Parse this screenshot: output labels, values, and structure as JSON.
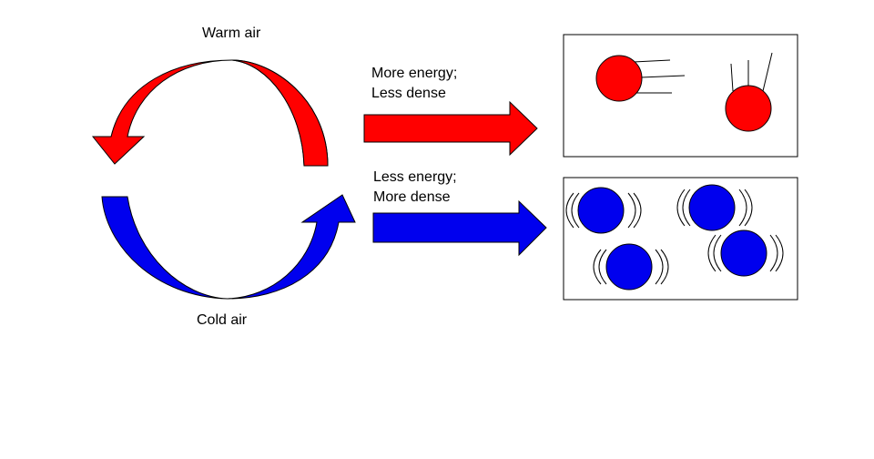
{
  "labels": {
    "warm_air": "Warm air",
    "cold_air": "Cold air",
    "hot_description": [
      "More energy;",
      "Less dense"
    ],
    "cold_description": [
      "Less energy;",
      "More dense"
    ]
  },
  "colors": {
    "warm": "#ff0000",
    "warm_dark": "#cc0000",
    "cold": "#0000ee",
    "outline": "#000000",
    "background": "#ffffff"
  },
  "molecules": {
    "warm_count": 2,
    "cold_count": 4
  }
}
